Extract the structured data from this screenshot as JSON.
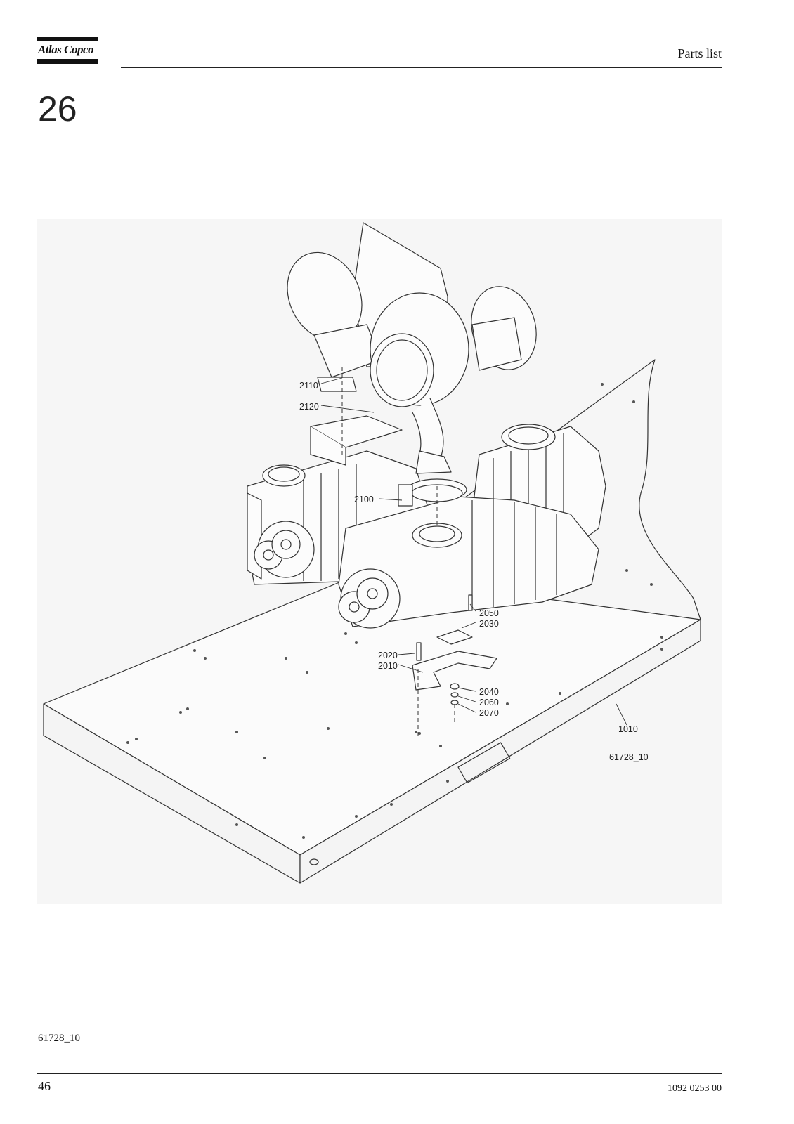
{
  "header": {
    "logo_text": "Atlas Copco",
    "section_title": "Parts list"
  },
  "chapter_number": "26",
  "figure": {
    "drawing_id": "61728_10",
    "callouts": {
      "c2110": "2110",
      "c2120": "2120",
      "c2100": "2100",
      "c2050": "2050",
      "c2030": "2030",
      "c2020": "2020",
      "c2010": "2010",
      "c2040": "2040",
      "c2060": "2060",
      "c2070": "2070",
      "c1010": "1010"
    }
  },
  "footer": {
    "figure_reference": "61728_10",
    "page_number": "46",
    "document_number": "1092 0253 00"
  }
}
